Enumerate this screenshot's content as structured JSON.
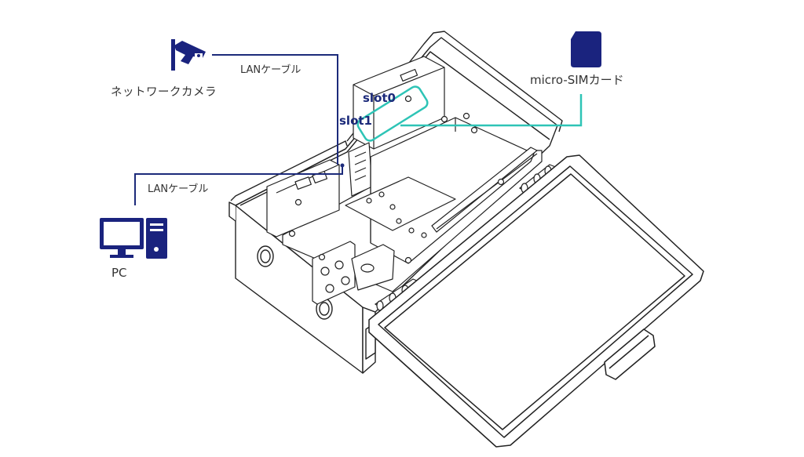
{
  "labels": {
    "lan_cable_top": "LANケーブル",
    "lan_cable_bottom": "LANケーブル",
    "network_camera": "ネットワークカメラ",
    "pc": "PC",
    "sim_card": "micro-SIMカード",
    "slot0": "slot0",
    "slot1": "slot1"
  },
  "icons": {
    "camera": "security-camera-icon",
    "pc": "desktop-pc-icon",
    "sim": "sim-card-icon"
  },
  "colors": {
    "cable": "#1c2a7a",
    "sim_highlight": "#2ec4b6",
    "icon": "#1a237e",
    "drawing": "#222222"
  }
}
